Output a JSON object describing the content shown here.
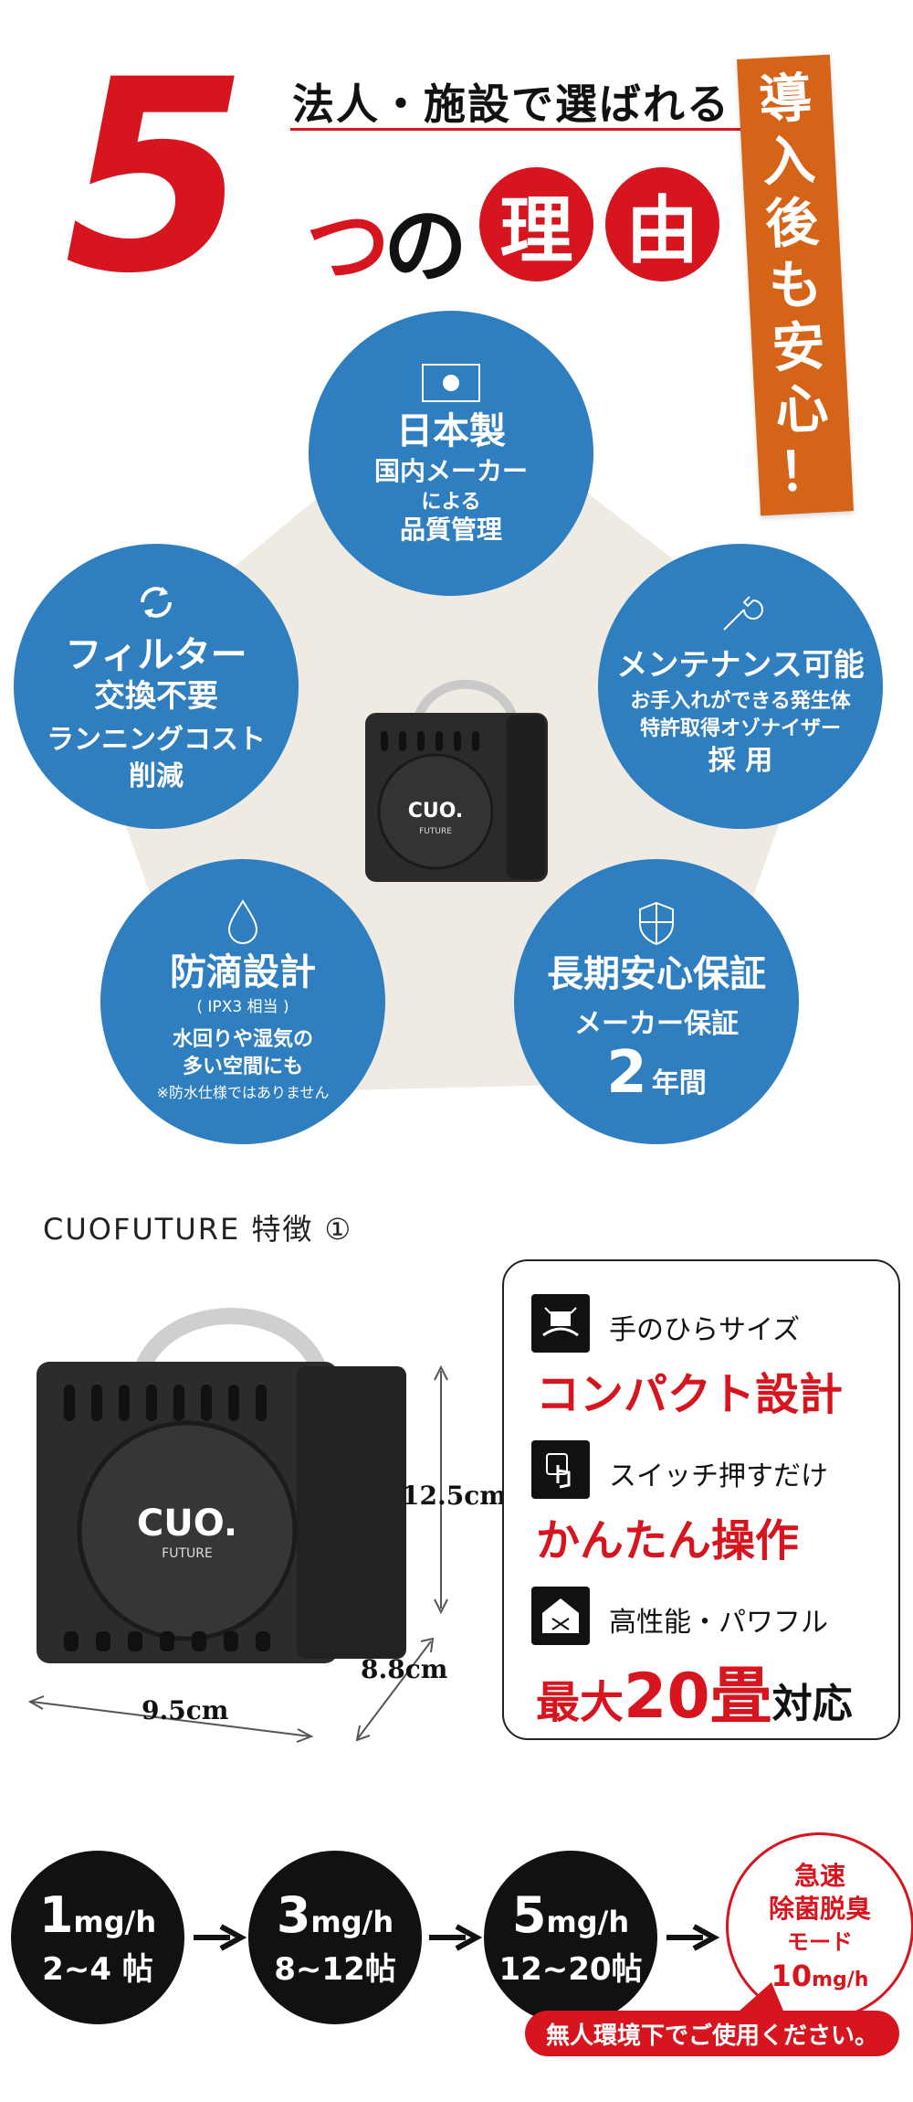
{
  "header": {
    "big_number": "5",
    "headline": "法人・施設で選ばれる",
    "tsu": "つ",
    "no": "の",
    "reason_1": "理",
    "reason_2": "由",
    "banner_chars": [
      "導",
      "入",
      "後",
      "も",
      "安",
      "心",
      "！"
    ]
  },
  "features": {
    "japan": {
      "title": "日本製",
      "line1": "国内メーカー",
      "line2": "による",
      "line3": "品質管理"
    },
    "maintenance": {
      "title": "メンテナンス可能",
      "line1": "お手入れができる発生体",
      "line2": "特許取得オゾナイザー",
      "line3": "採 用"
    },
    "guarantee": {
      "title": "長期安心保証",
      "line1": "メーカー保証",
      "years_num": "2",
      "years_unit": "年間"
    },
    "drip": {
      "title": "防滴設計",
      "sub": "( IPX3 相当 )",
      "line1": "水回りや湿気の",
      "line2": "多い空間にも",
      "note": "※防水仕様ではありません"
    },
    "filter": {
      "title1": "フィルター",
      "title2": "交換不要",
      "line1": "ランニングコスト",
      "line2": "削減"
    }
  },
  "device": {
    "logo_main": "CUO.",
    "logo_sub": "FUTURE"
  },
  "section": {
    "title": "CUOFUTURE 特徴 ①"
  },
  "dimensions": {
    "height": "12.5cm",
    "width": "9.5cm",
    "depth": "8.8cm"
  },
  "box": {
    "item1": {
      "small": "手のひらサイズ",
      "red": "コンパクト設計"
    },
    "item2": {
      "small": "スイッチ押すだけ",
      "red": "かんたん操作"
    },
    "item3": {
      "small": "高性能・パワフル",
      "red_a": "最大",
      "red_b": "20畳",
      "black": "対応"
    }
  },
  "modes": [
    {
      "num": "1",
      "unit": "mg/h",
      "range": "2~4 帖"
    },
    {
      "num": "3",
      "unit": "mg/h",
      "range": "8~12帖"
    },
    {
      "num": "5",
      "unit": "mg/h",
      "range": "12~20帖"
    }
  ],
  "rapid": {
    "l1": "急速",
    "l2": "除菌脱臭",
    "l3": "モード",
    "num": "10",
    "unit": "mg/h"
  },
  "notice": "無人環境下でご使用ください。",
  "colors": {
    "red": "#d7151f",
    "blue": "#2f7ebf",
    "orange": "#d56318",
    "beige": "#efebe2"
  }
}
